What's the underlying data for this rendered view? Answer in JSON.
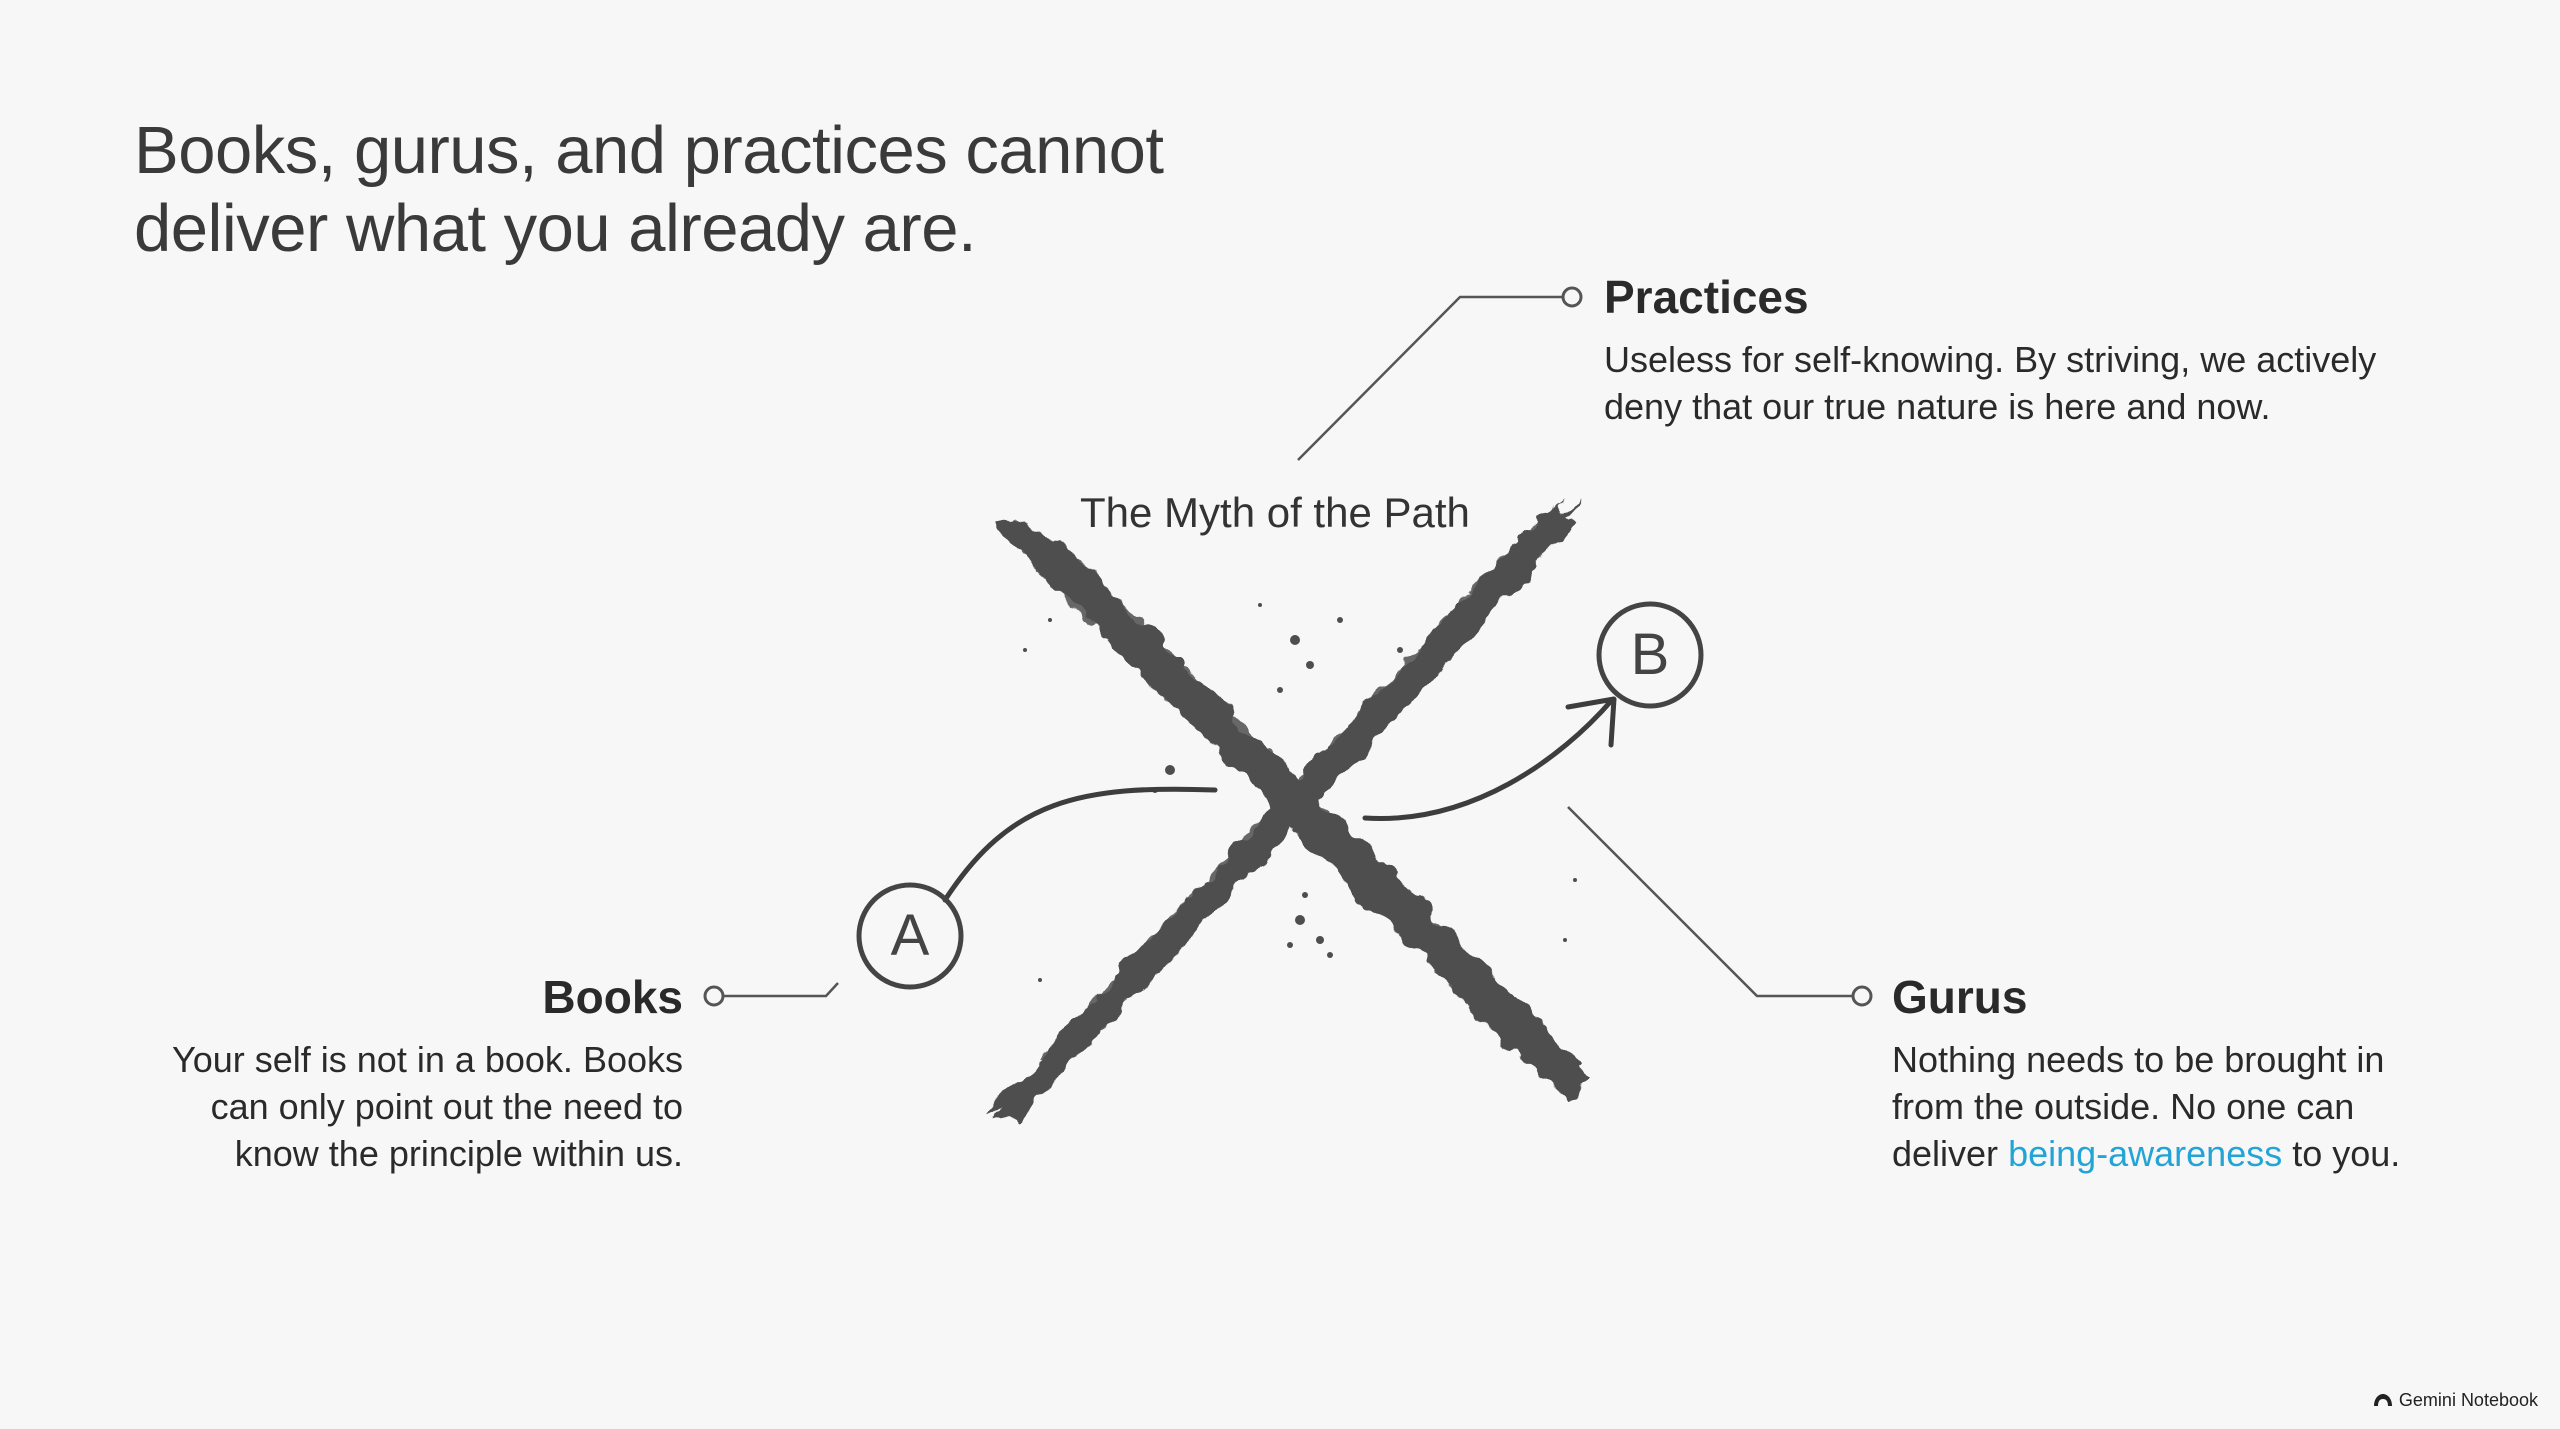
{
  "title": {
    "line1": "Books, gurus, and practices cannot",
    "line2": "deliver what you already are."
  },
  "center": {
    "label": "The Myth of the Path",
    "node_a": "A",
    "node_b": "B"
  },
  "practices": {
    "heading": "Practices",
    "line1": "Useless for self-knowing. By striving, we actively",
    "line2": "deny that our true nature is here and now."
  },
  "books": {
    "heading": "Books",
    "line1": "Your self is not in a book. Books",
    "line2": "can only point out the need to",
    "line3": "know the principle within us."
  },
  "gurus": {
    "heading": "Gurus",
    "line1": "Nothing needs to be brought in",
    "line2": "from the outside. No one can",
    "line3_prefix": "deliver ",
    "line3_highlight": "being-awareness",
    "line3_suffix": " to you."
  },
  "brand": {
    "label": "Gemini Notebook",
    "icon": "notebook-logo-icon"
  },
  "colors": {
    "background": "#f7f7f7",
    "ink": "#3d3d3d",
    "accent": "#22a4d6"
  }
}
